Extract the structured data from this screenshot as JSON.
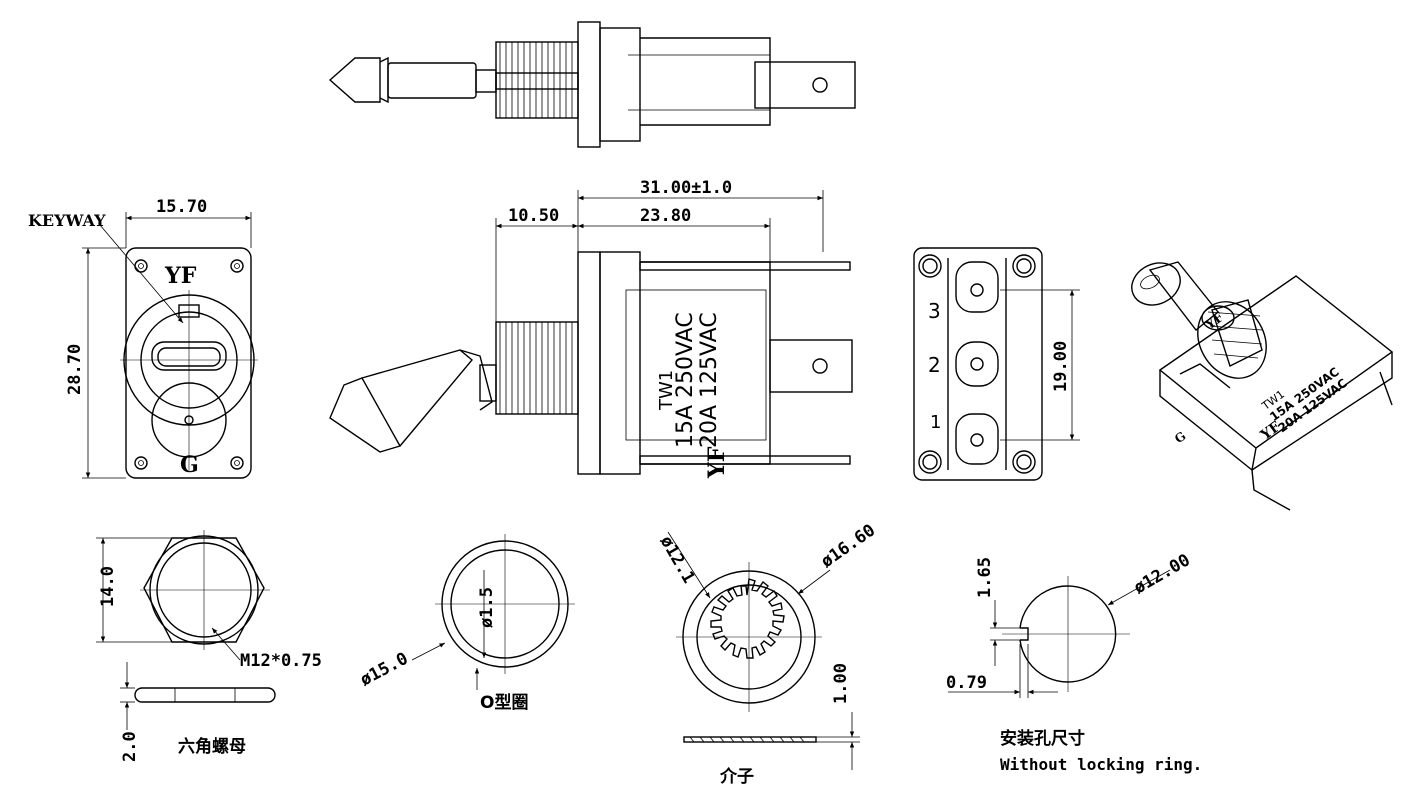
{
  "dimensions": {
    "overall_length": "31.00±1.0",
    "body_length": "23.80",
    "bushing_length": "10.50",
    "front_width": "15.70",
    "front_height": "28.70",
    "terminal_spacing": "19.00",
    "nut_across_flats": "14.0",
    "nut_thickness": "2.0",
    "thread": "M12*0.75",
    "oring_od": "ø15.0",
    "oring_section": "ø1.5",
    "washer_id": "ø12.1",
    "washer_od": "ø16.60",
    "washer_thickness": "1.00",
    "hole_dia": "ø12.00",
    "key_depth": "1.65",
    "key_width": "0.79"
  },
  "labels": {
    "keyway": "KEYWAY",
    "brand": "YF",
    "ground": "G",
    "model": "TW1",
    "rating1": "15A  250VAC",
    "rating2": "20A  125VAC",
    "terminals": [
      "3",
      "2",
      "1"
    ]
  },
  "captions": {
    "hex_nut": "六角螺母",
    "oring": "O型圈",
    "washer": "介子",
    "mount_hole": "安装孔尺寸",
    "mount_hole_note": "Without locking ring."
  }
}
